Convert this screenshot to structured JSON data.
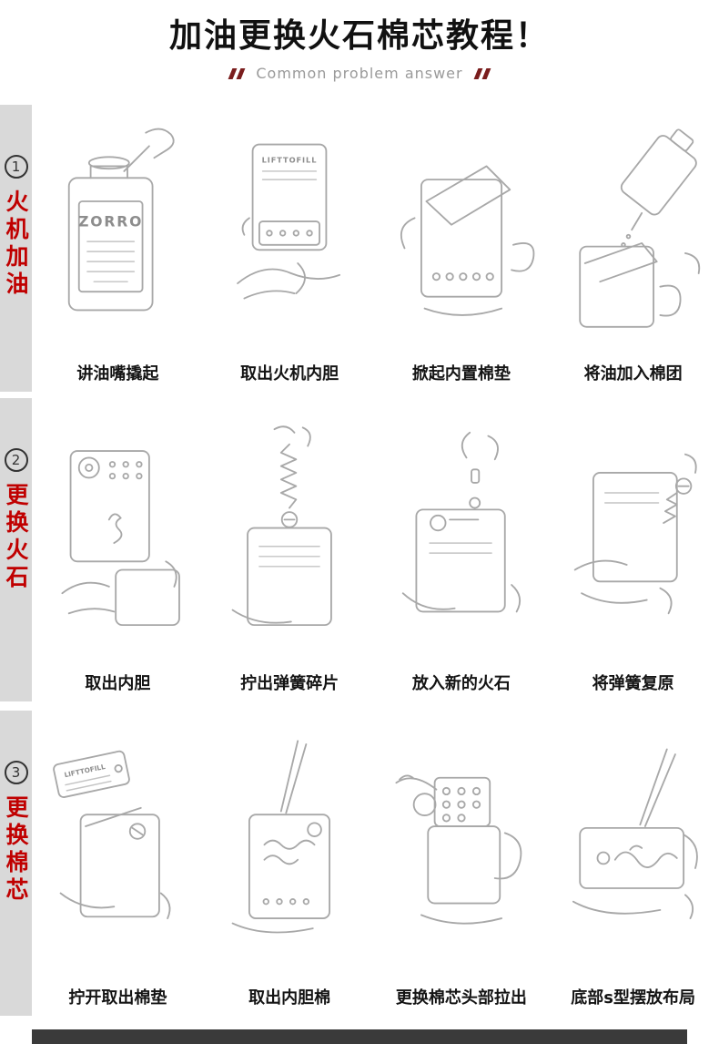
{
  "header": {
    "title": "加油更换火石棉芯教程！",
    "subtitle": "Common problem answer"
  },
  "sections": [
    {
      "number": "1",
      "label": "火机加油",
      "steps": [
        {
          "caption": "讲油嘴撬起",
          "art": "oil-can",
          "art_text": "ZORRO"
        },
        {
          "caption": "取出火机内胆",
          "art": "insert-removal",
          "art_text": "LIFTTOFILL"
        },
        {
          "caption": "掀起内置棉垫",
          "art": "felt-pad-lift"
        },
        {
          "caption": "将油加入棉团",
          "art": "oil-pour"
        }
      ]
    },
    {
      "number": "2",
      "label": "更换火石",
      "steps": [
        {
          "caption": "取出内胆",
          "art": "insert-out"
        },
        {
          "caption": "拧出弹簧碎片",
          "art": "spring-unscrew"
        },
        {
          "caption": "放入新的火石",
          "art": "new-flint"
        },
        {
          "caption": "将弹簧复原",
          "art": "spring-restore"
        }
      ]
    },
    {
      "number": "3",
      "label": "更换棉芯",
      "steps": [
        {
          "caption": "拧开取出棉垫",
          "art": "felt-pad-unscrew",
          "art_text": "LIFTTOFILL"
        },
        {
          "caption": "取出内胆棉",
          "art": "cotton-tweezers"
        },
        {
          "caption": "更换棉芯头部拉出",
          "art": "wick-head-pull"
        },
        {
          "caption": "底部s型摆放布局",
          "art": "s-shape-layout"
        }
      ]
    }
  ],
  "colors": {
    "accent_red": "#c00000",
    "strip_gray": "#d9d9d9",
    "footer_dark": "#3a3a3a",
    "subtitle_gray": "#9a9a9a"
  }
}
